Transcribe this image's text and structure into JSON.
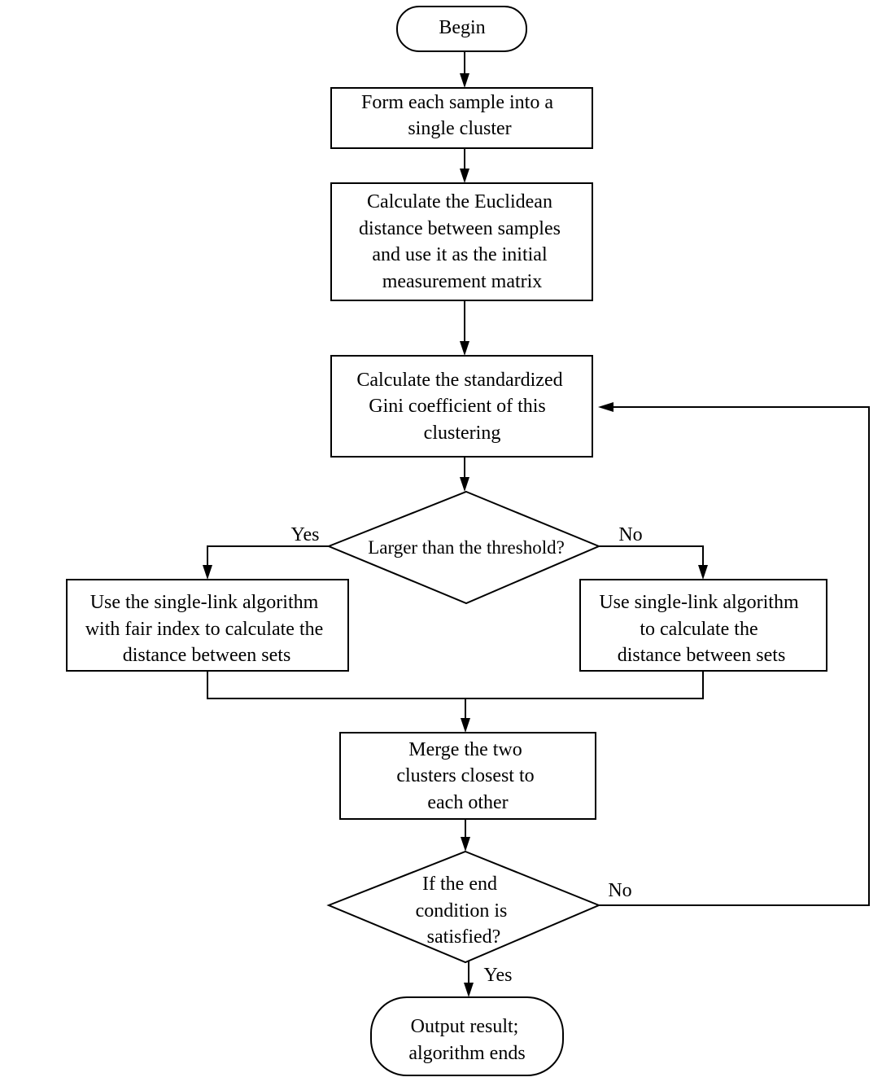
{
  "nodes": {
    "begin": {
      "lines": [
        "Begin"
      ]
    },
    "form_clusters": {
      "lines": [
        "Form each sample into a",
        "single cluster"
      ]
    },
    "euclidean": {
      "lines": [
        "Calculate the Euclidean",
        "distance between samples",
        "and use it as the initial",
        "measurement matrix"
      ]
    },
    "gini": {
      "lines": [
        "Calculate the standardized",
        "Gini coefficient of this",
        "clustering"
      ]
    },
    "threshold": {
      "lines": [
        "Larger than the threshold?"
      ]
    },
    "fair_link": {
      "lines": [
        "Use the single-link algorithm",
        "with fair index to calculate the",
        "distance between sets"
      ]
    },
    "single_link": {
      "lines": [
        "Use single-link algorithm",
        "to calculate the",
        "distance between sets"
      ]
    },
    "merge": {
      "lines": [
        "Merge the two",
        "clusters closest to",
        "each other"
      ]
    },
    "end_condition": {
      "lines": [
        "If the end",
        "condition is",
        "satisfied?"
      ]
    },
    "output": {
      "lines": [
        "Output result;",
        "algorithm ends"
      ]
    }
  },
  "edge_labels": {
    "threshold_yes": "Yes",
    "threshold_no": "No",
    "end_no": "No",
    "end_yes": "Yes"
  }
}
